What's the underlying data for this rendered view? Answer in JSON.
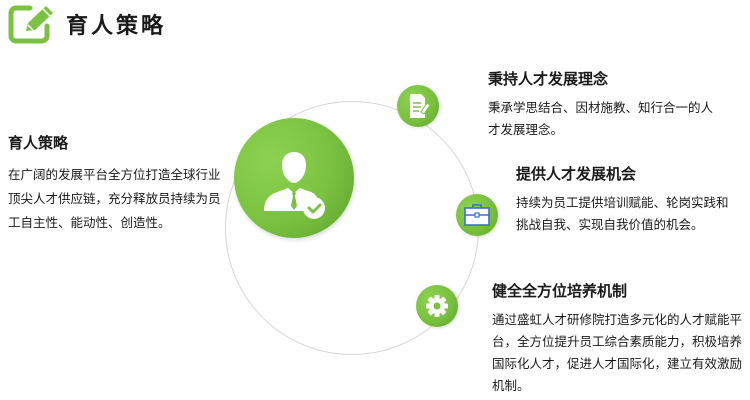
{
  "header": {
    "title": "育人策略",
    "icon": "edit-pencil-icon",
    "accent_color": "#7cc242"
  },
  "left_section": {
    "title": "育人策略",
    "text": "在广阔的发展平台全方位打造全球行业顶尖人才供应链，充分释放员持续为员工自主性、能动性、创造性。"
  },
  "center": {
    "icon": "businessman-check-icon",
    "circle_color": "#7cc242"
  },
  "items": [
    {
      "icon": "document-edit-icon",
      "title": "秉持人才发展理念",
      "text": "秉承学思结合、因材施教、知行合一的人才发展理念。"
    },
    {
      "icon": "briefcase-icon",
      "title": "提供人才发展机会",
      "text": "持续为员工提供培训赋能、轮岗实践和挑战自我、实现自我价值的机会。"
    },
    {
      "icon": "gear-icon",
      "title": "健全全方位培养机制",
      "text": "通过盛虹人才研修院打造多元化的人才赋能平台，全方位提升员工综合素质能力，积极培养国际化人才，促进人才国际化，建立有效激励机制。"
    }
  ]
}
